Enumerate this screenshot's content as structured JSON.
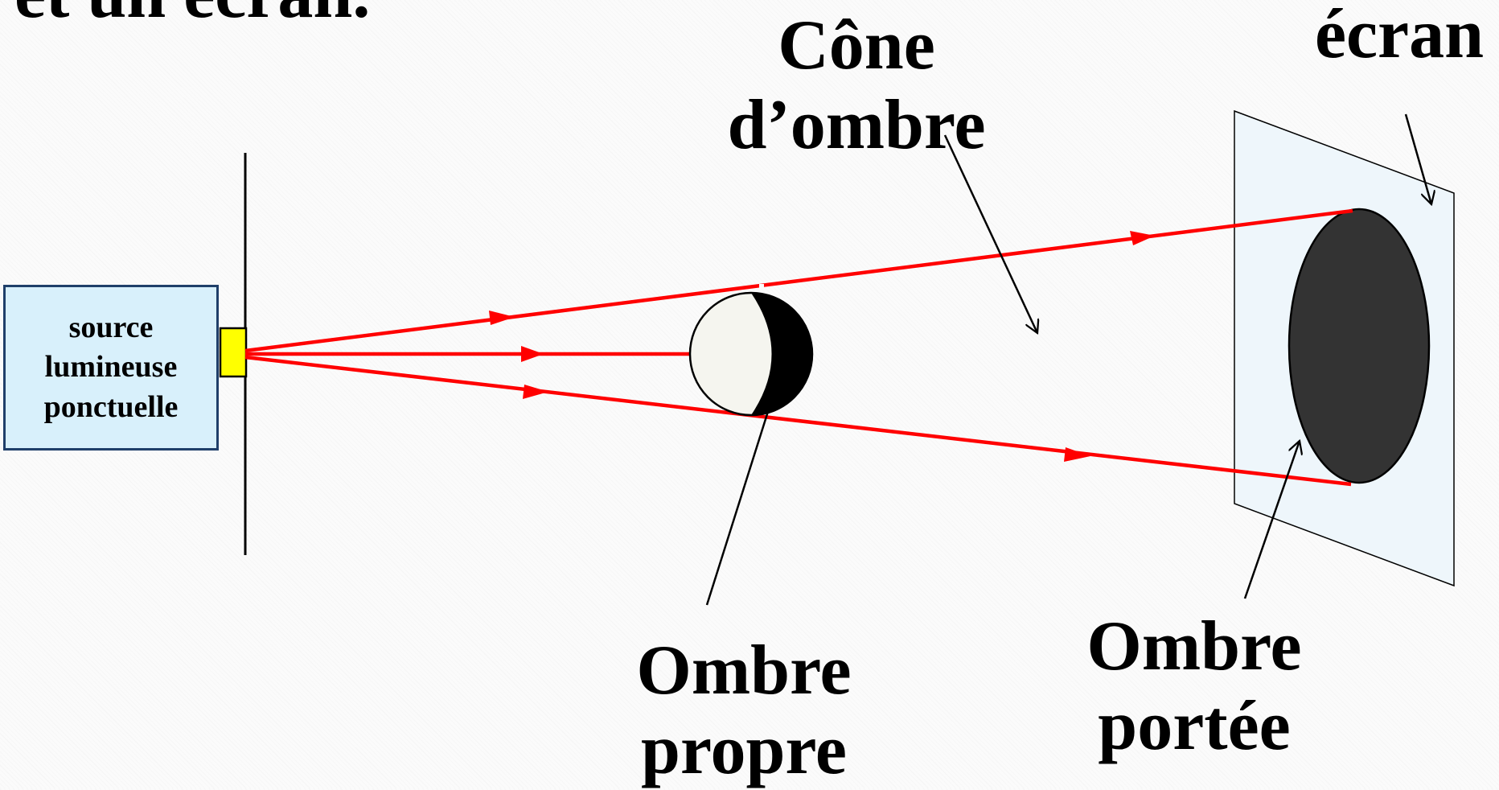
{
  "heading_fragment": "et un écran.",
  "labels": {
    "source": [
      "source",
      "lumineuse",
      "ponctuelle"
    ],
    "cone": [
      "Cône",
      "d’ombre"
    ],
    "screen": "écran",
    "own_shadow": [
      "Ombre",
      "propre"
    ],
    "cast_shadow": [
      "Ombre",
      "portée"
    ]
  },
  "colors": {
    "rays": "#ff0000",
    "source_box_fill": "#d8f0fb",
    "source_box_border": "#1f3f6a",
    "source_emitter": "#ffff00",
    "screen_fill": "#eef6fb",
    "cast_shadow_fill": "#333333",
    "sphere_lit": "#f5f5ef",
    "sphere_dark": "#000000"
  },
  "icons": [
    "arrow-icon"
  ]
}
